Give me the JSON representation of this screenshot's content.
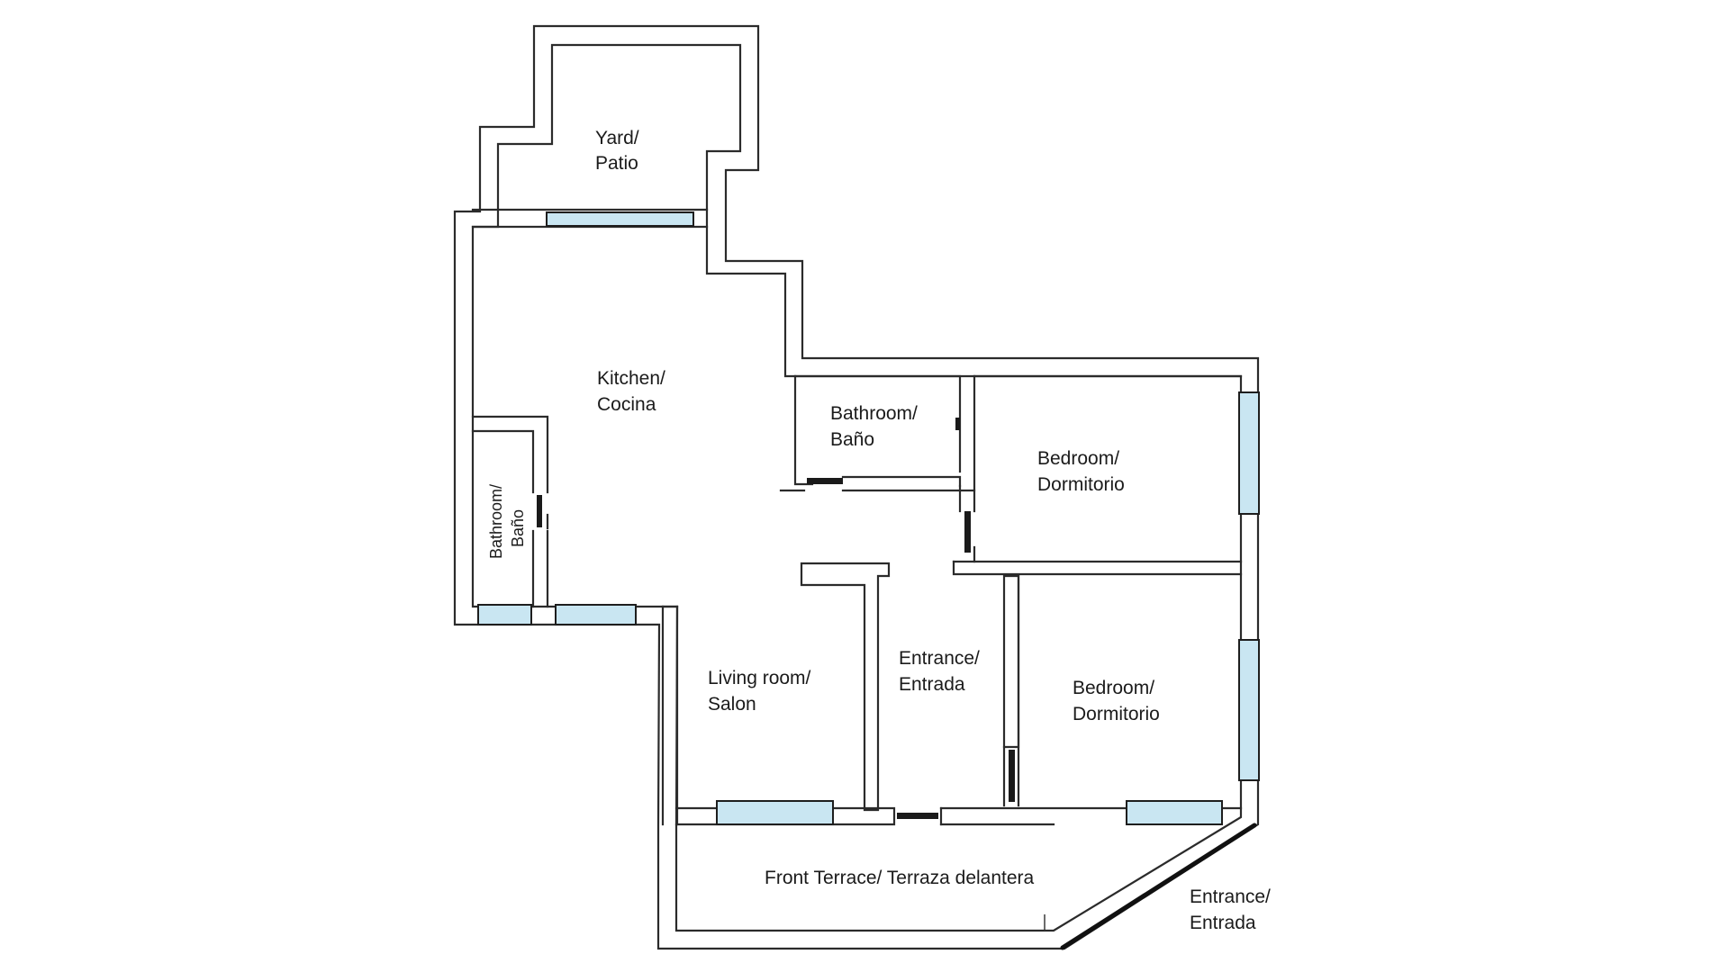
{
  "plan": {
    "window_color": "#c9e6f2",
    "wall_color": "#2b2b2b",
    "rooms": {
      "yard": {
        "line1": "Yard/",
        "line2": "Patio"
      },
      "kitchen": {
        "line1": "Kitchen/",
        "line2": "Cocina"
      },
      "bathroom_top": {
        "line1": "Bathroom/",
        "line2": "Baño"
      },
      "bathroom_side": {
        "line1": "Bathroom/",
        "line2": "Baño"
      },
      "bedroom_top": {
        "line1": "Bedroom/",
        "line2": "Dormitorio"
      },
      "bedroom_bottom": {
        "line1": "Bedroom/",
        "line2": "Dormitorio"
      },
      "entrance_inner": {
        "line1": "Entrance/",
        "line2": "Entrada"
      },
      "living": {
        "line1": "Living room/",
        "line2": "Salon"
      },
      "terrace": {
        "line1": "Front Terrace/ Terraza delantera"
      },
      "entrance_outer": {
        "line1": "Entrance/",
        "line2": "Entrada"
      }
    }
  }
}
